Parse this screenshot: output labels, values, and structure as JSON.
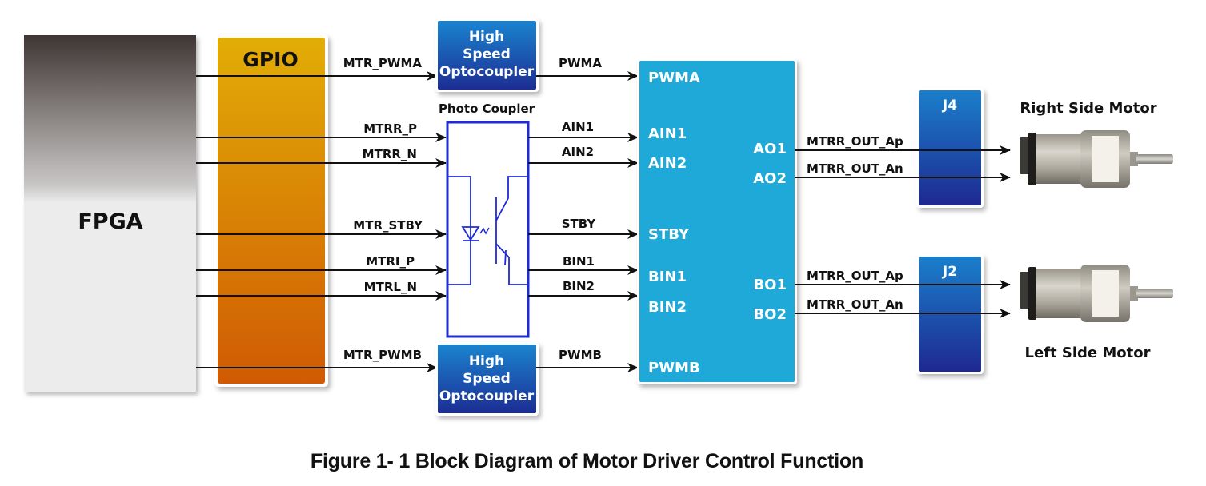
{
  "figure": {
    "caption": "Figure 1- 1 Block Diagram of Motor Driver Control Function"
  },
  "blocks": {
    "fpga": {
      "label": "FPGA"
    },
    "gpio": {
      "label": "GPIO"
    },
    "optocoupler_top": {
      "line1": "High",
      "line2": "Speed",
      "line3": "Optocoupler"
    },
    "optocoupler_bottom": {
      "line1": "High",
      "line2": "Speed",
      "line3": "Optocoupler"
    },
    "photo_coupler": {
      "label": "Photo Coupler"
    },
    "driver": {
      "inputs": [
        "PWMA",
        "AIN1",
        "AIN2",
        "STBY",
        "BIN1",
        "BIN2",
        "PWMB"
      ],
      "outputs": [
        "AO1",
        "AO2",
        "BO1",
        "BO2"
      ]
    },
    "j4": {
      "label": "J4"
    },
    "j2": {
      "label": "J2"
    },
    "motor_right": {
      "label": "Right Side Motor"
    },
    "motor_left": {
      "label": "Left Side Motor"
    }
  },
  "signals": {
    "fpga_to_stage": [
      "MTR_PWMA",
      "MTRR_P",
      "MTRR_N",
      "MTR_STBY",
      "MTRI_P",
      "MTRL_N",
      "MTR_PWMB"
    ],
    "stage_to_driver": [
      "PWMA",
      "AIN1",
      "AIN2",
      "STBY",
      "BIN1",
      "BIN2",
      "PWMB"
    ],
    "driver_to_motor_a": [
      "MTRR_OUT_Ap",
      "MTRR_OUT_An"
    ],
    "driver_to_motor_b": [
      "MTRR_OUT_Ap",
      "MTRR_OUT_An"
    ]
  },
  "colors": {
    "fpga_top": "#3f3634",
    "fpga_bottom": "#ececec",
    "gpio_top": "#e2ad06",
    "gpio_bottom": "#d05a04",
    "opto_top": "#1a7fcb",
    "opto_bottom": "#1d2f97",
    "driver": "#1fa9d8",
    "photo_coupler": "#1f2bd6",
    "connector_top": "#1a7fcb",
    "connector_bottom": "#1e2891"
  }
}
